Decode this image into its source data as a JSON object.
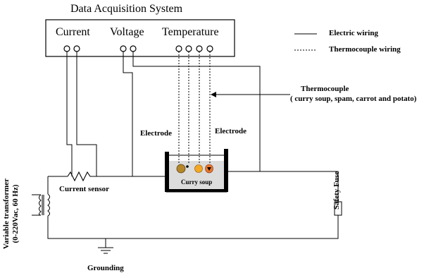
{
  "daq": {
    "title": "Data Acquisition System",
    "current_label": "Current",
    "voltage_label": "Voltage",
    "temperature_label": "Temperature"
  },
  "legend": {
    "electric_wiring": "Electric wiring",
    "thermocouple_wiring": "Thermocouple wiring"
  },
  "thermocouple": {
    "title": "Thermocouple",
    "detail": "( curry soup, spam, carrot and potato)"
  },
  "vessel": {
    "left_electrode": "Electrode",
    "right_electrode": "Electrode",
    "contents": "Curry soup"
  },
  "circuit": {
    "current_sensor": "Current sensor",
    "transformer_line1": "Variable transformer",
    "transformer_line2": "(0-220Vac, 60 Hz)",
    "fuse": "Safety Fuse",
    "ground": "Grounding"
  },
  "colors": {
    "wire": "#000000",
    "soup": "#dcdcdc",
    "spam": "#b5872a",
    "carrot": "#f5a623",
    "potato": "#e8772e"
  }
}
